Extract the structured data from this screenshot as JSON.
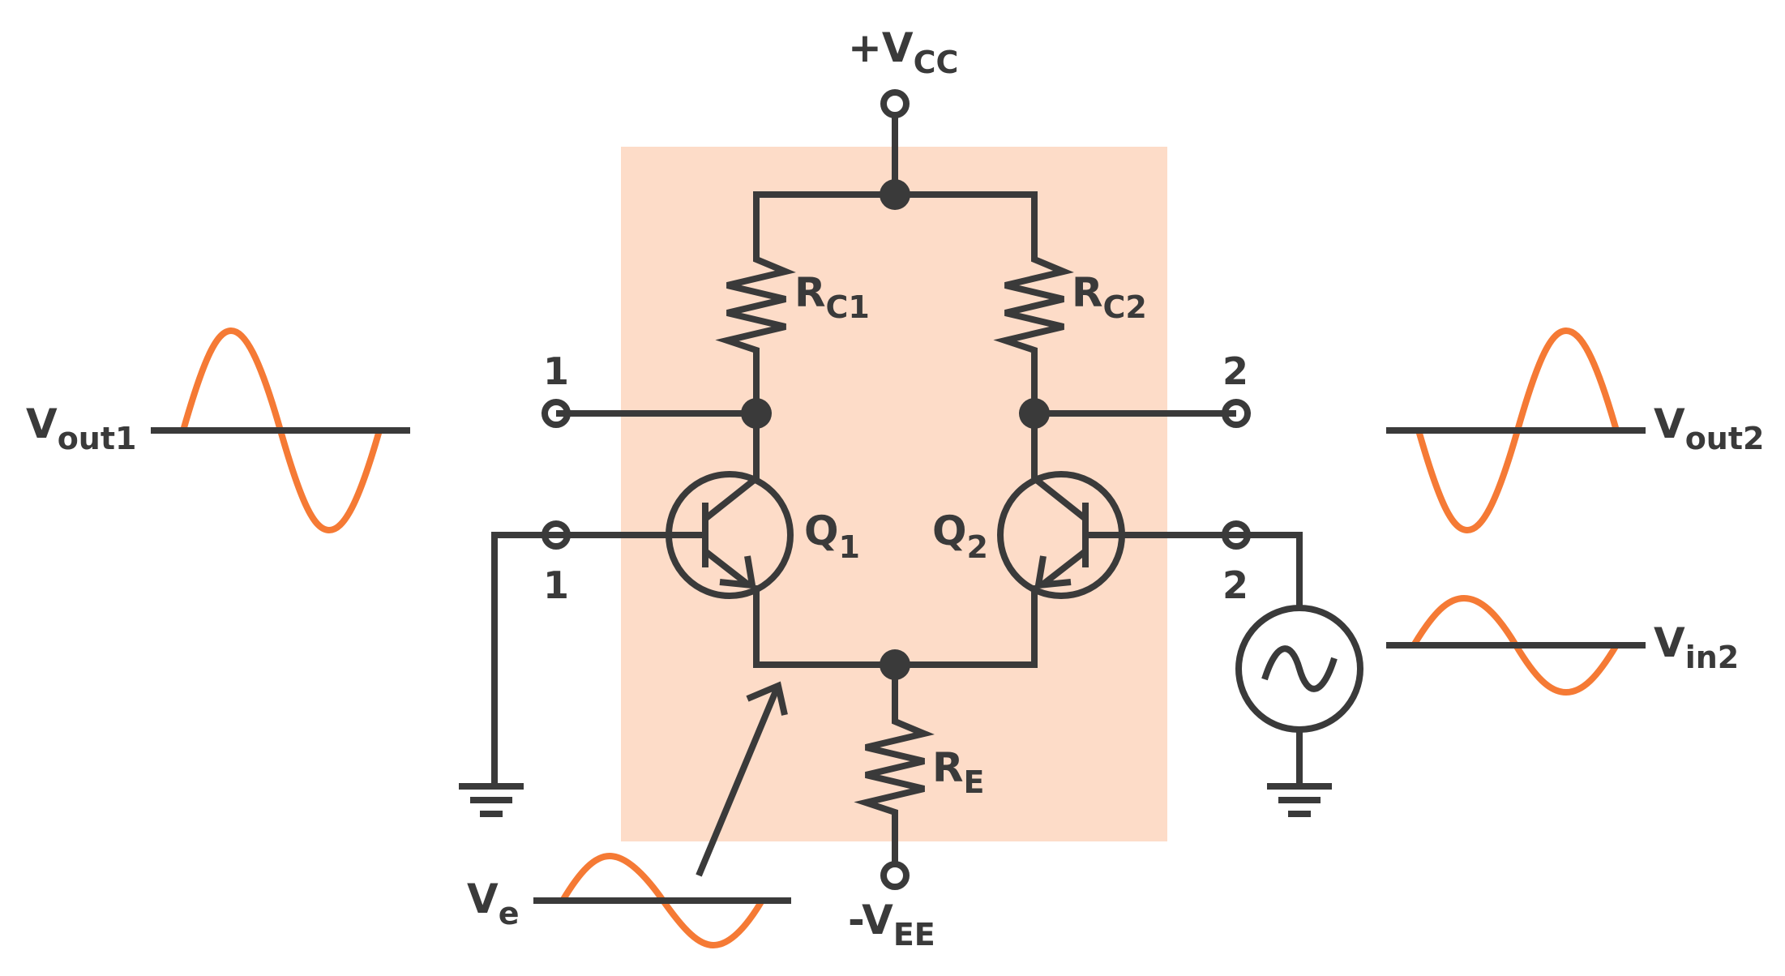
{
  "labels": {
    "vcc": {
      "main": "+V",
      "sub": "CC"
    },
    "vee": {
      "main": "-V",
      "sub": "EE"
    },
    "rc1": {
      "main": "R",
      "sub": "C1"
    },
    "rc2": {
      "main": "R",
      "sub": "C2"
    },
    "re": {
      "main": "R",
      "sub": "E"
    },
    "q1": {
      "main": "Q",
      "sub": "1"
    },
    "q2": {
      "main": "Q",
      "sub": "2"
    },
    "vout1": {
      "main": "V",
      "sub": "out1"
    },
    "vout2": {
      "main": "V",
      "sub": "out2"
    },
    "vin2": {
      "main": "V",
      "sub": "in2"
    },
    "ve": {
      "main": "V",
      "sub": "e"
    },
    "terminal_out1": "1",
    "terminal_out2": "2",
    "terminal_in1": "1",
    "terminal_in2": "2"
  },
  "colors": {
    "wire": "#3a3a3a",
    "highlight_box": "#fddcc8",
    "signal": "#f57a35",
    "source_fill": "#d6f0fc"
  },
  "icons": [
    "ac-source-icon",
    "ground-icon",
    "npn-transistor-icon",
    "resistor-icon"
  ]
}
